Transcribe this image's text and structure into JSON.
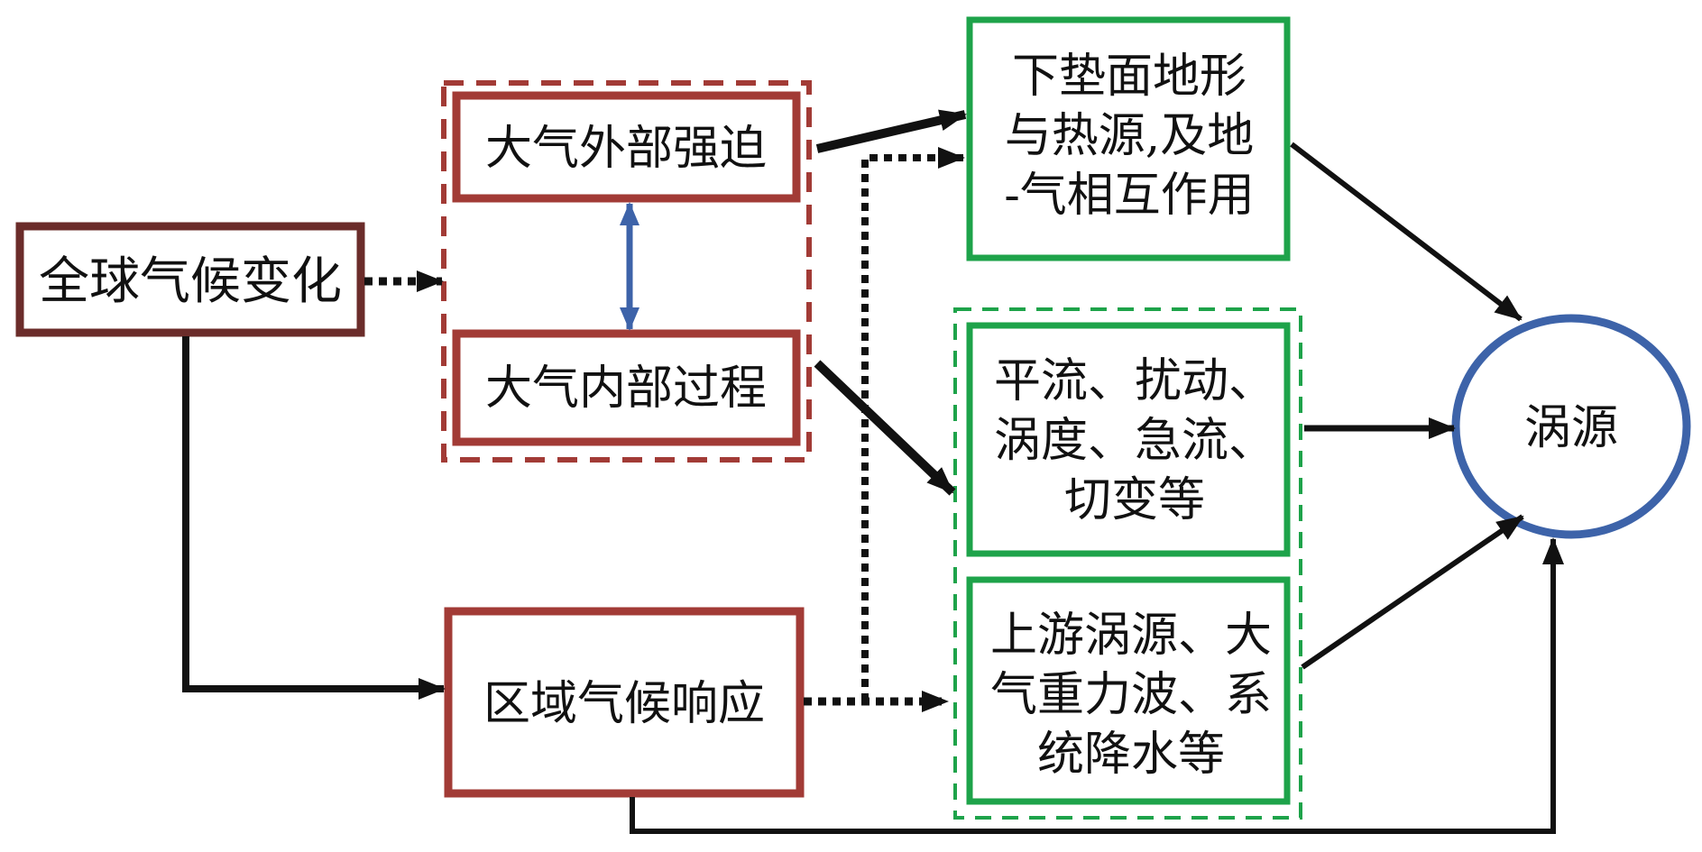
{
  "colors": {
    "global_box": "#6b2c2a",
    "red_box": "#a23b36",
    "green_box": "#1ea34a",
    "circle": "#3d63a9",
    "blue_arrow": "#3d63a9",
    "arrow": "#111111"
  },
  "nodes": {
    "global_climate_change": {
      "label": "全球气候变化"
    },
    "external_forcing": {
      "label": "大气外部强迫"
    },
    "internal_process": {
      "label": "大气内部过程"
    },
    "regional_response": {
      "label": "区域气候响应"
    },
    "surface_terrain": {
      "lines": [
        "下垫面地形",
        "与热源,及地",
        "-气相互作用"
      ]
    },
    "advection": {
      "lines": [
        "平流、扰动、",
        "涡度、急流、",
        "切变等"
      ]
    },
    "upstream": {
      "lines": [
        "上游涡源、大",
        "气重力波、系",
        "统降水等"
      ]
    },
    "vortex_source": {
      "label": "涡源"
    }
  },
  "edges": [
    {
      "from": "global_climate_change",
      "to": "atmosphere_group",
      "style": "dotted"
    },
    {
      "from": "global_climate_change",
      "to": "regional_response",
      "style": "solid"
    },
    {
      "from": "external_forcing",
      "to": "internal_process",
      "style": "bidirectional"
    },
    {
      "from": "external_forcing",
      "to": "surface_terrain",
      "style": "solid"
    },
    {
      "from": "internal_process",
      "to": "advection",
      "style": "solid"
    },
    {
      "from": "regional_response",
      "to": "surface_terrain",
      "style": "dotted"
    },
    {
      "from": "regional_response",
      "to": "upstream",
      "style": "dotted"
    },
    {
      "from": "regional_response",
      "to": "vortex_source",
      "style": "solid"
    },
    {
      "from": "surface_terrain",
      "to": "vortex_source",
      "style": "solid"
    },
    {
      "from": "advection",
      "to": "vortex_source",
      "style": "solid"
    },
    {
      "from": "upstream",
      "to": "vortex_source",
      "style": "solid"
    }
  ]
}
